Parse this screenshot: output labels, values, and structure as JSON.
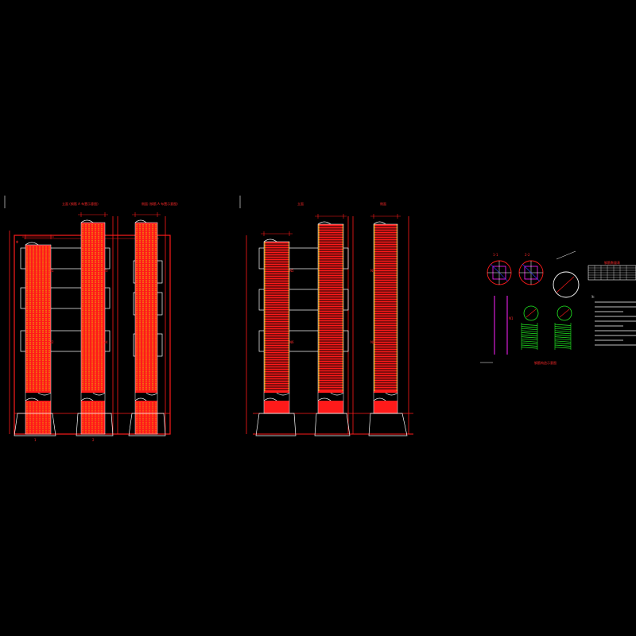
{
  "drawing": {
    "background": "#000000",
    "colors": {
      "red": "#ff1a1a",
      "yellow": "#e6e600",
      "white": "#ffffff",
      "green": "#22ee22",
      "magenta": "#ff22ff",
      "cyan": "#00ffff",
      "blue": "#3333ff"
    },
    "sheet_a": {
      "titles": [
        "立面 (钢筋 A 布置示意图)",
        "侧面 (钢筋 A 布置示意图)"
      ]
    },
    "sheet_b": {
      "titles": [
        "立面",
        "侧面"
      ]
    },
    "details": {
      "section_titles": [
        "1-1",
        "2-2"
      ],
      "table_title": "钢筋数量表",
      "notes_title": "注：",
      "caption": "钢筋构造示意图"
    }
  }
}
